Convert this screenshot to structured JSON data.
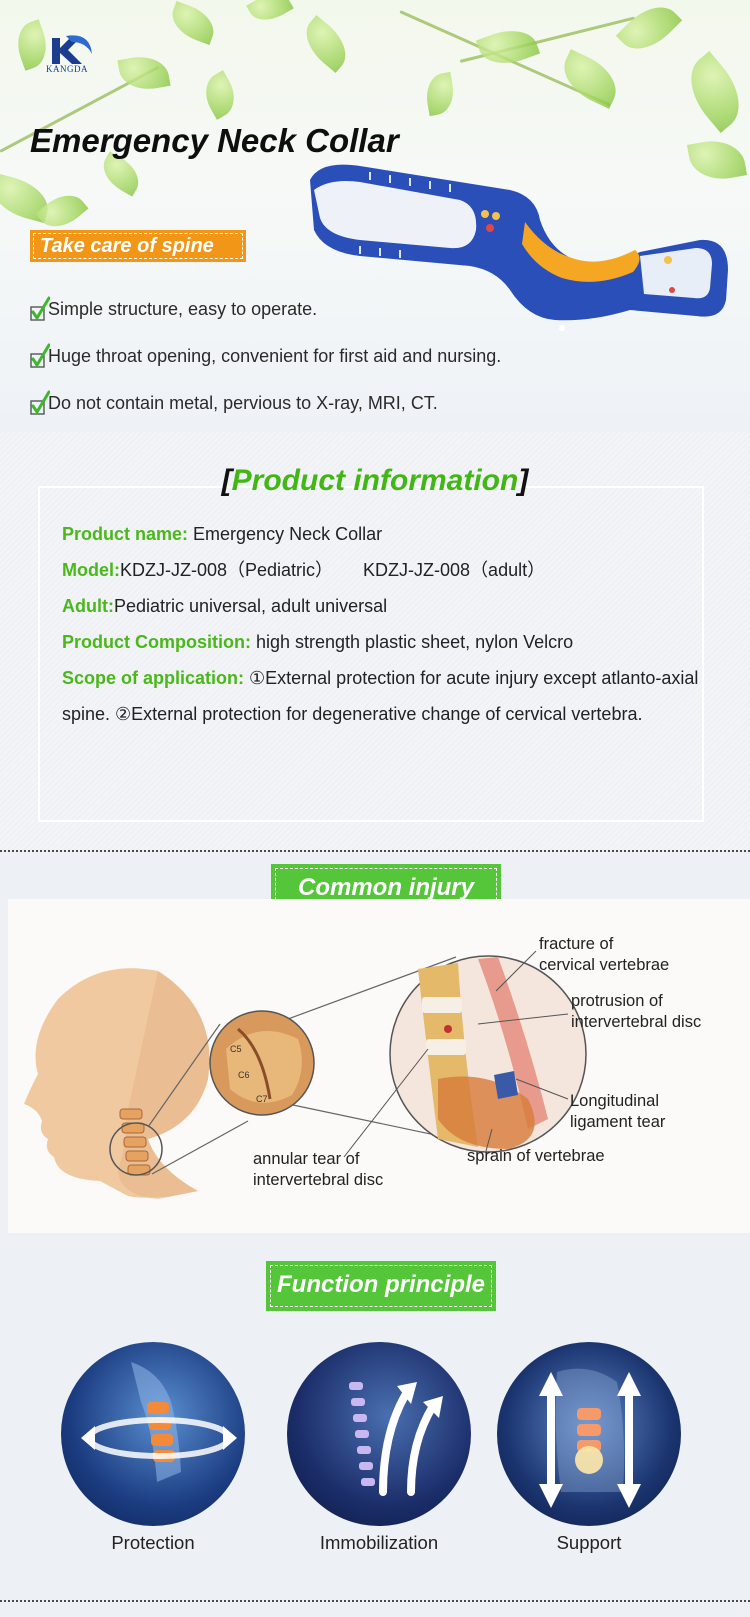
{
  "brand": {
    "logo_text": "KANGDA",
    "color": "#1a3d8f"
  },
  "hero": {
    "title": "Emergency Neck Collar",
    "tag": "Take care of spine",
    "features": [
      "Simple structure, easy to operate.",
      "Huge throat opening, convenient for first aid and nursing.",
      "Do not contain metal, pervious to X-ray, MRI, CT."
    ]
  },
  "product_info": {
    "bracket_open": "[",
    "title": "Product information",
    "bracket_close": "]",
    "name_label": "Product name:",
    "name_value": " Emergency Neck Collar",
    "model_label": "Model:",
    "model_value_1": "KDZJ-JZ-008（Pediatric）",
    "model_value_2": "KDZJ-JZ-008（adult）",
    "adult_label": "Adult:",
    "adult_value": "Pediatric universal, adult universal",
    "composition_label": "Product Composition:",
    "composition_value": " high strength plastic sheet, nylon Velcro",
    "scope_label": "Scope of application:",
    "scope_value": " ①External protection for acute injury except atlanto-axial spine.  ②External protection for degenerative change of cervical vertebra.",
    "accent_color": "#4ab81a"
  },
  "injury": {
    "heading": "Common injury",
    "vertebra_labels": [
      "C5",
      "C6",
      "C7"
    ],
    "labels": {
      "fracture": [
        "fracture of",
        "cervical vertebrae"
      ],
      "protrusion": [
        "protrusion of",
        "intervertebral disc"
      ],
      "ligament": [
        "Longitudinal",
        "ligament tear"
      ],
      "sprain": [
        "sprain of vertebrae"
      ],
      "annular": [
        "annular tear of",
        "intervertebral disc"
      ]
    }
  },
  "function": {
    "heading": "Function principle",
    "items": [
      {
        "label": "Protection"
      },
      {
        "label": "Immobilization"
      },
      {
        "label": "Support"
      }
    ]
  },
  "colors": {
    "heading_green": "#55c63a",
    "tag_orange": "#f19616",
    "collar_blue": "#2a4fb8",
    "collar_orange": "#f5a623"
  }
}
